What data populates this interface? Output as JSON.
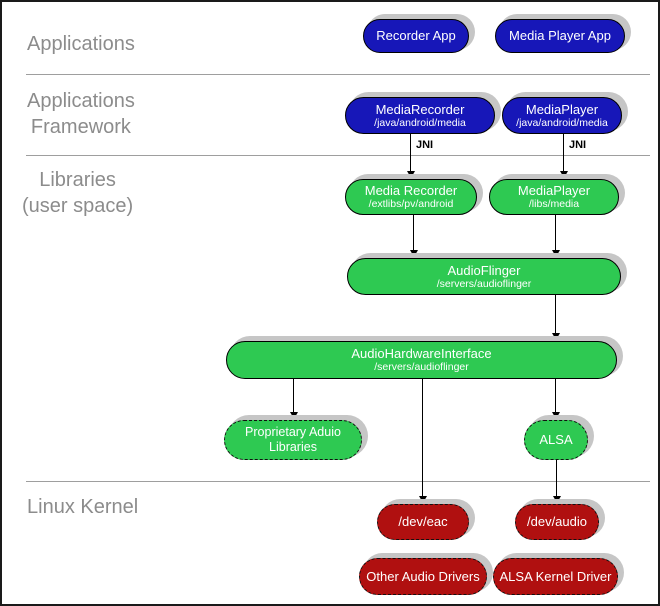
{
  "colors": {
    "blue": "#1717b8",
    "green": "#2ec952",
    "red": "#b01010",
    "shadow": "#c6c6c6",
    "label_gray": "#8c8c8c",
    "divider_gray": "#9e9e9e"
  },
  "layers": {
    "applications": "Applications",
    "applications_framework": "Applications\nFramework",
    "libraries": "Libraries\n(user space)",
    "linux_kernel": "Linux Kernel"
  },
  "annotations": {
    "jni": "JNI"
  },
  "nodes": {
    "recorder_app": {
      "title": "Recorder App"
    },
    "media_player_app": {
      "title": "Media Player App"
    },
    "media_recorder_fw": {
      "title": "MediaRecorder",
      "path": "/java/android/media"
    },
    "media_player_fw": {
      "title": "MediaPlayer",
      "path": "/java/android/media"
    },
    "media_recorder_lib": {
      "title": "Media Recorder",
      "path": "/extlibs/pv/android"
    },
    "media_player_lib": {
      "title": "MediaPlayer",
      "path": "/libs/media"
    },
    "audio_flinger": {
      "title": "AudioFlinger",
      "path": "/servers/audioflinger"
    },
    "audio_hw_interface": {
      "title": "AudioHardwareInterface",
      "path": "/servers/audioflinger"
    },
    "proprietary_audio": {
      "title": "Proprietary Aduio\nLibraries"
    },
    "alsa": {
      "title": "ALSA"
    },
    "dev_eac": {
      "title": "/dev/eac"
    },
    "dev_audio": {
      "title": "/dev/audio"
    },
    "other_audio_drivers": {
      "title": "Other Audio Drivers"
    },
    "alsa_kernel_driver": {
      "title": "ALSA Kernel Driver"
    }
  }
}
